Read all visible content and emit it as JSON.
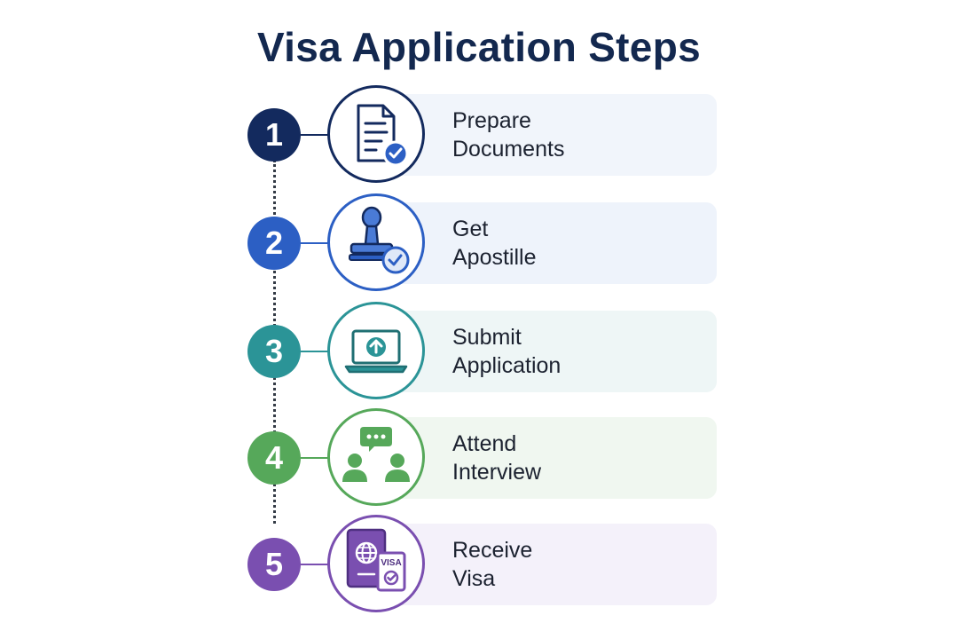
{
  "title": "Visa Application Steps",
  "steps": [
    {
      "number": "1",
      "line1": "Prepare",
      "line2": "Documents",
      "icon": "document-check-icon",
      "color": "#132a5e",
      "card_bg": "#f1f5fb"
    },
    {
      "number": "2",
      "line1": "Get",
      "line2": "Apostille",
      "icon": "stamp-check-icon",
      "color": "#2c5fc4",
      "card_bg": "#eef3fb"
    },
    {
      "number": "3",
      "line1": "Submit",
      "line2": "Application",
      "icon": "laptop-upload-icon",
      "color": "#2b9497",
      "card_bg": "#eef6f6"
    },
    {
      "number": "4",
      "line1": "Attend",
      "line2": "Interview",
      "icon": "interview-chat-icon",
      "color": "#56a85a",
      "card_bg": "#f0f7f0"
    },
    {
      "number": "5",
      "line1": "Receive",
      "line2": "Visa",
      "icon": "passport-visa-icon",
      "color": "#7a4fb0",
      "card_bg": "#f4f1fa"
    }
  ],
  "visa_label": "VISA"
}
